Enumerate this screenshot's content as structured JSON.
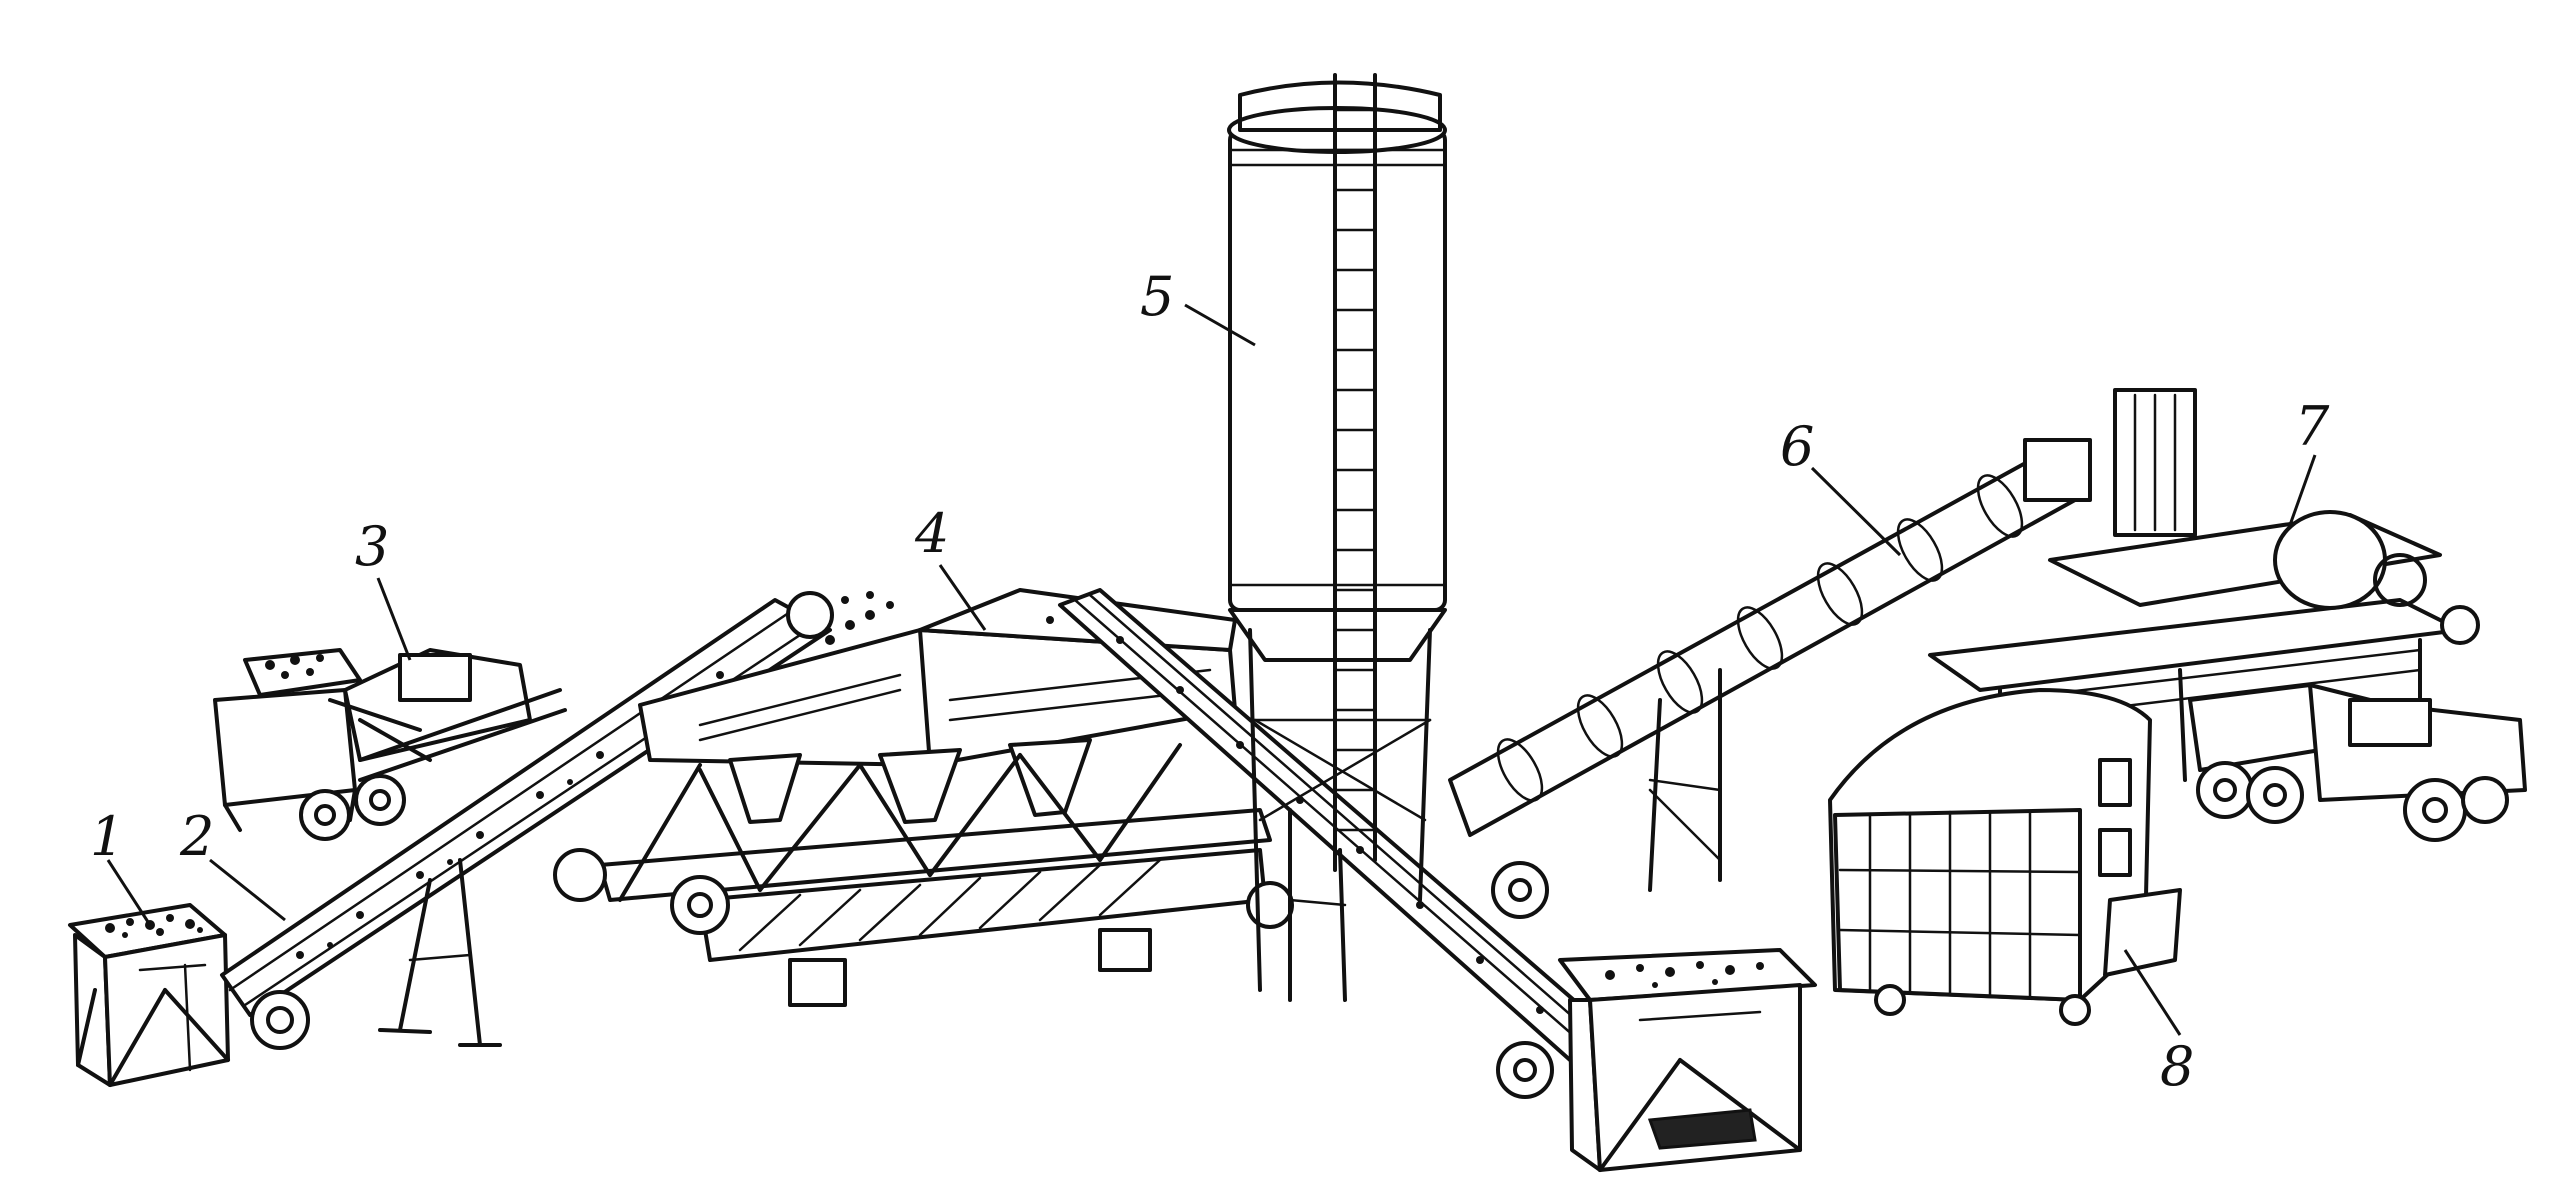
{
  "diagram": {
    "ink_color": "#111111",
    "background_color": "#ffffff",
    "callouts": [
      {
        "id": "1",
        "label": "1"
      },
      {
        "id": "2",
        "label": "2"
      },
      {
        "id": "3",
        "label": "3"
      },
      {
        "id": "4",
        "label": "4"
      },
      {
        "id": "5",
        "label": "5"
      },
      {
        "id": "6",
        "label": "6"
      },
      {
        "id": "7",
        "label": "7"
      },
      {
        "id": "8",
        "label": "8"
      }
    ]
  }
}
